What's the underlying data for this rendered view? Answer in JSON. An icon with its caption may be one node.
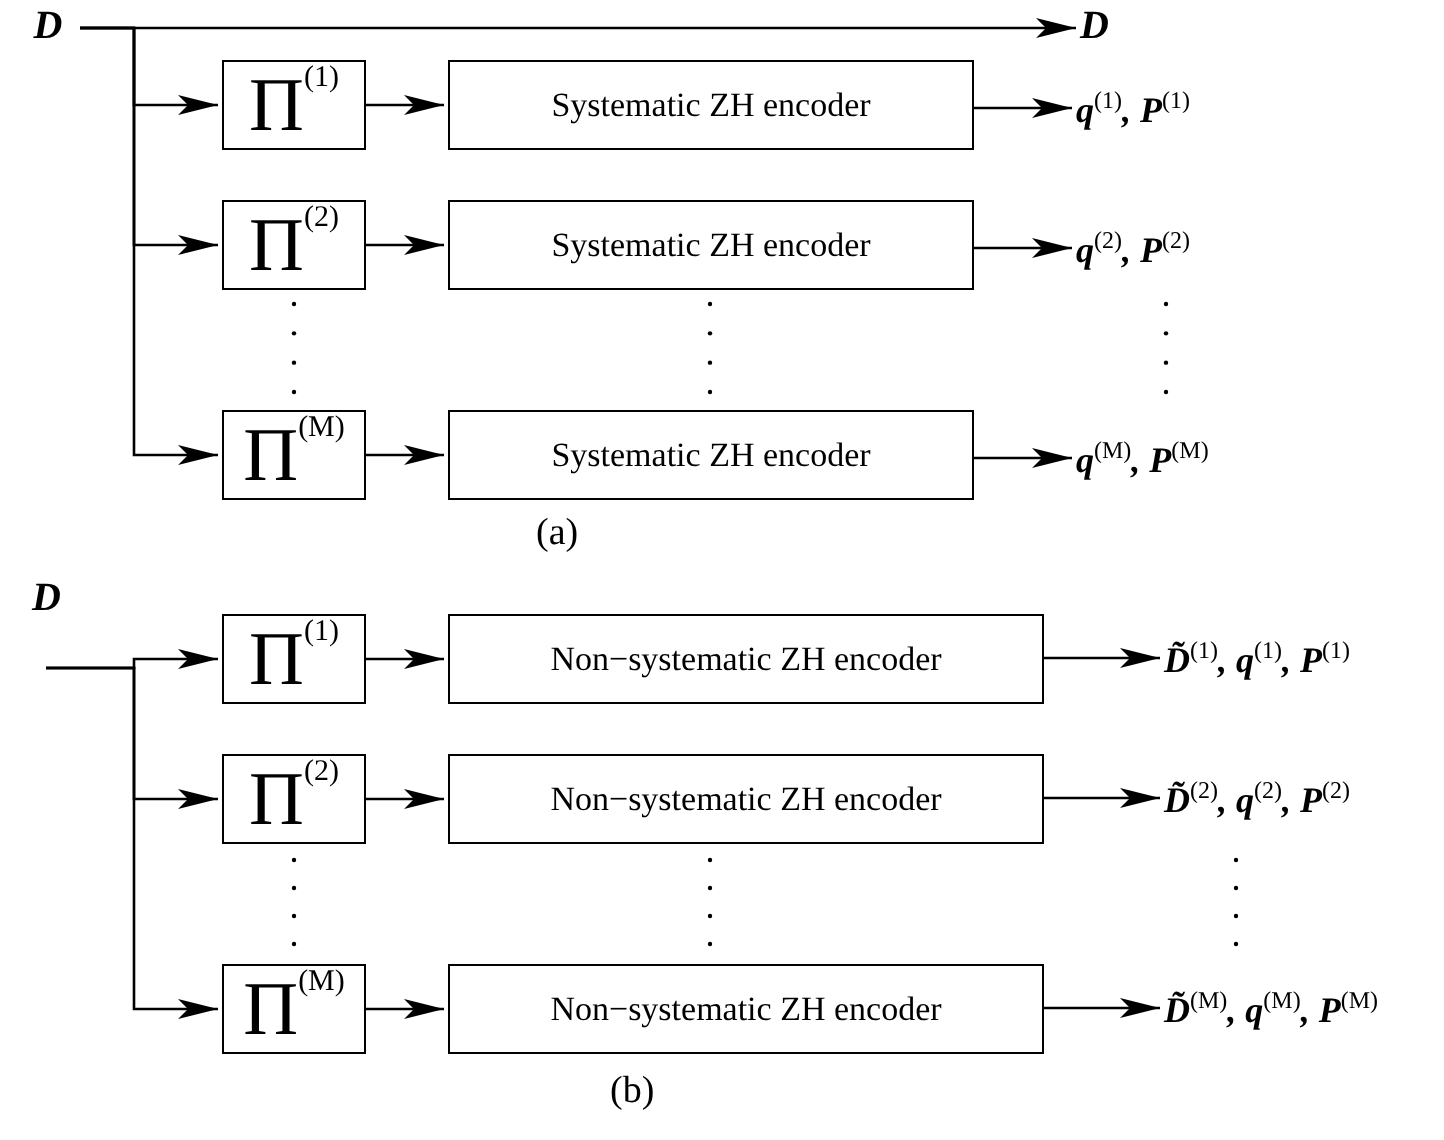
{
  "diagram": {
    "nodes": [
      {
        "text": [
          "D"
        ]
      },
      {
        "text": [
          "D"
        ]
      },
      {
        "text": [
          "Π$^{(1)}$"
        ]
      },
      {
        "text": [
          "Systematic ZH encoder"
        ]
      },
      {
        "text": [
          "q$^{(1)}$, P$^{(1)}$"
        ]
      },
      {
        "text": [
          "Π$^{(2)}$"
        ]
      },
      {
        "text": [
          "Systematic ZH encoder"
        ]
      },
      {
        "text": [
          "q$^{(2)}$, P$^{(2)}$"
        ]
      },
      {
        "text": [
          "Π$^{(M)}$"
        ]
      },
      {
        "text": [
          "Systematic ZH encoder"
        ]
      },
      {
        "text": [
          "q$^{(M)}$, P$^{(M)}$"
        ]
      },
      {
        "text": [
          "D"
        ]
      },
      {
        "text": [
          "Π$^{(1)}$"
        ]
      },
      {
        "text": [
          "Non−systematic ZH encoder"
        ]
      },
      {
        "text": [
          "D̃$^{(1)}$, q$^{(1)}$, P$^{(1)}$"
        ]
      },
      {
        "text": [
          "Π$^{(2)}$"
        ]
      },
      {
        "text": [
          "Non−systematic ZH encoder"
        ]
      },
      {
        "text": [
          "D̃$^{(2)}$, q$^{(2)}$, P$^{(2)}$"
        ]
      },
      {
        "text": [
          "Π$^{(M)}$"
        ]
      },
      {
        "text": [
          "Non−systematic ZH encoder"
        ]
      },
      {
        "text": [
          "D̃$^{(M)}$, q$^{(M)}$, P$^{(M)}$"
        ]
      }
    ],
    "edges": [
      {
        "from": 0,
        "to": 1,
        "arrow": "to"
      },
      {
        "from": 0,
        "to": 2,
        "arrow": "to"
      },
      {
        "from": 2,
        "to": 3,
        "arrow": "to"
      },
      {
        "from": 3,
        "to": 4,
        "arrow": "to"
      },
      {
        "from": 0,
        "to": 5,
        "arrow": "to"
      },
      {
        "from": 5,
        "to": 6,
        "arrow": "to"
      },
      {
        "from": 6,
        "to": 7,
        "arrow": "to"
      },
      {
        "from": 0,
        "to": 8,
        "arrow": "to"
      },
      {
        "from": 8,
        "to": 9,
        "arrow": "to"
      },
      {
        "from": 9,
        "to": 10,
        "arrow": "to"
      },
      {
        "from": 11,
        "to": 12,
        "arrow": "to"
      },
      {
        "from": 12,
        "to": 13,
        "arrow": "to"
      },
      {
        "from": 13,
        "to": 14,
        "arrow": "to"
      },
      {
        "from": 11,
        "to": 15,
        "arrow": "to"
      },
      {
        "from": 15,
        "to": 16,
        "arrow": "to"
      },
      {
        "from": 16,
        "to": 17,
        "arrow": "to"
      },
      {
        "from": 11,
        "to": 18,
        "arrow": "to"
      },
      {
        "from": 18,
        "to": 19,
        "arrow": "to"
      },
      {
        "from": 19,
        "to": 20,
        "arrow": "to"
      }
    ],
    "labels": [
      "(a)",
      "(b)"
    ]
  }
}
